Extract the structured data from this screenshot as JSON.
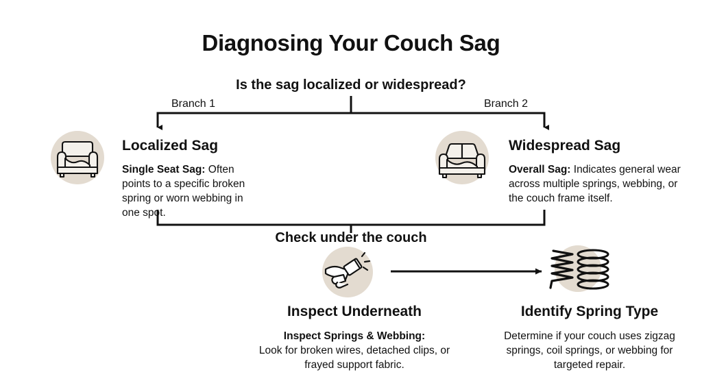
{
  "title": "Diagnosing Your Couch Sag",
  "question": "Is the sag localized or widespread?",
  "branches": [
    {
      "label": "Branch 1",
      "title": "Localized Sag",
      "body_lead": "Single Seat Sag:",
      "body_text": " Often points to a specific broken spring or worn webbing in one spot.",
      "icon": "armchair-icon"
    },
    {
      "label": "Branch 2",
      "title": "Widespread Sag",
      "body_lead": "Overall Sag:",
      "body_text": " Indicates general wear across multiple springs, webbing, or the couch frame itself.",
      "icon": "sofa-icon"
    }
  ],
  "merge": {
    "title": "Check under the couch"
  },
  "steps": [
    {
      "title": "Inspect Underneath",
      "body_lead": "Inspect Springs & Webbing:",
      "body_text": "Look for broken wires, detached clips, or frayed support fabric.",
      "icon": "flashlight-hand-icon"
    },
    {
      "title": "Identify Spring Type",
      "body_lead": "",
      "body_text": "Determine if your couch uses zigzag springs, coil springs, or webbing for targeted repair.",
      "icon": "springs-icon"
    }
  ],
  "colors": {
    "background": "#ffffff",
    "text": "#111111",
    "icon_disc": "#e3dbd0",
    "line": "#111111"
  }
}
